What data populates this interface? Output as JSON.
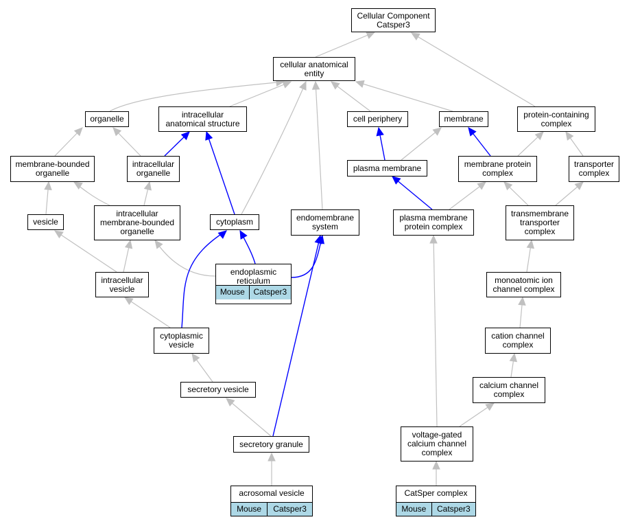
{
  "colors": {
    "gray_edge": "#c0c0c0",
    "blue_edge": "#0000ff",
    "annotation_fill": "#add8e6"
  },
  "nodes": {
    "cc": "Cellular Component\nCatsper3",
    "cae": "cellular anatomical\nentity",
    "organelle": "organelle",
    "ias": "intracellular\nanatomical structure",
    "cellperiph": "cell periphery",
    "membrane": "membrane",
    "pcc": "protein-containing\ncomplex",
    "mbo": "membrane-bounded\norganelle",
    "io": "intracellular\norganelle",
    "pm": "plasma membrane",
    "mpc": "membrane protein\ncomplex",
    "tc": "transporter\ncomplex",
    "vesicle": "vesicle",
    "imbo": "intracellular\nmembrane-bounded\norganelle",
    "cytoplasm": "cytoplasm",
    "endomem": "endomembrane\nsystem",
    "pmpc": "plasma membrane\nprotein complex",
    "ttc": "transmembrane\ntransporter\ncomplex",
    "er": "endoplasmic\nreticulum",
    "iv": "intracellular\nvesicle",
    "micc": "monoatomic ion\nchannel complex",
    "ccc": "cation channel\ncomplex",
    "cv": "cytoplasmic\nvesicle",
    "calc": "calcium channel\ncomplex",
    "sv": "secretory vesicle",
    "vgcc": "voltage-gated\ncalcium channel\ncomplex",
    "sg": "secretory granule",
    "av": "acrosomal vesicle",
    "catsper": "CatSper complex"
  },
  "annotations": {
    "er": {
      "species": "Mouse",
      "gene": "Catsper3"
    },
    "av": {
      "species": "Mouse",
      "gene": "Catsper3"
    },
    "catsper": {
      "species": "Mouse",
      "gene": "Catsper3"
    }
  }
}
